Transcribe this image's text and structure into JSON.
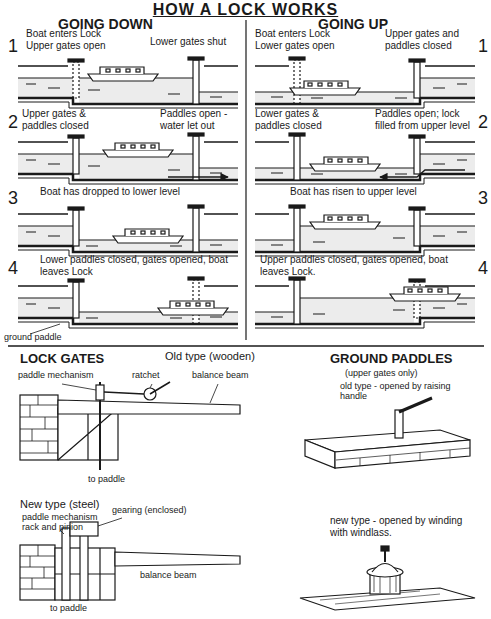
{
  "diagram": {
    "title": "HOW A LOCK WORKS",
    "labels": [
      "GOING DOWN",
      "GOING UP",
      "1",
      "Boat enters Lock Upper gates open",
      "Lower gates shut",
      "Boat enters Lock Lower gates open",
      "Upper gates and paddles closed",
      "1",
      "2",
      "Upper gates & paddles closed",
      "Paddles open - water let out",
      "Lower gates & paddles closed",
      "Paddles open; lock filled from upper level",
      "2",
      "3",
      "Boat has dropped to lower level",
      "Boat has risen to upper level",
      "3",
      "4",
      "Lower paddles closed, gates opened, boat leaves Lock",
      "Upper paddles closed, gates opened, boat leaves Lock.",
      "4",
      "ground paddle",
      "LOCK GATES",
      "Old type (wooden)",
      "paddle mechanism",
      "ratchet",
      "balance beam",
      "to paddle",
      "GROUND PADDLES",
      "(upper gates only)",
      "old type - opened by raising handle",
      "New type (steel)",
      "paddle mechanism rack and pinion",
      "gearing (enclosed)",
      "balance beam",
      "to paddle",
      "new type - opened by winding with windlass."
    ]
  }
}
